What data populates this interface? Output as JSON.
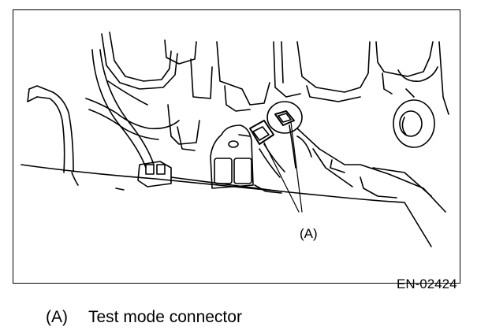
{
  "figure": {
    "callout_label": "(A)",
    "figure_code": "EN-02424"
  },
  "legend": {
    "items": [
      {
        "key": "(A)",
        "text": "Test mode connector"
      }
    ]
  },
  "colors": {
    "line": "#000000",
    "background": "#ffffff"
  }
}
